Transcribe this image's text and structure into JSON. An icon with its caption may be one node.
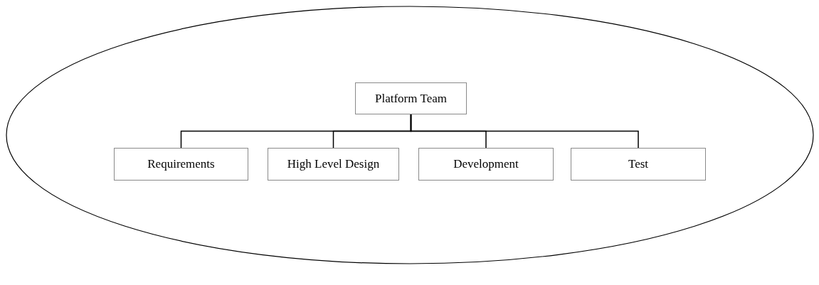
{
  "diagram": {
    "nodes": [
      {
        "text": [],
        "shape": "ellipse"
      },
      {
        "text": [
          "Platform Team"
        ],
        "in": 0
      },
      {
        "text": [
          "Requirements"
        ],
        "in": 0
      },
      {
        "text": [
          "High Level Design"
        ],
        "in": 0
      },
      {
        "text": [
          "Development"
        ],
        "in": 0
      },
      {
        "text": [
          "Test"
        ],
        "in": 0
      }
    ],
    "edges": [
      {
        "from": 1,
        "to": 2,
        "arrow": "none"
      },
      {
        "from": 1,
        "to": 3,
        "arrow": "none"
      },
      {
        "from": 1,
        "to": 4,
        "arrow": "none"
      },
      {
        "from": 1,
        "to": 5,
        "arrow": "none"
      }
    ]
  }
}
